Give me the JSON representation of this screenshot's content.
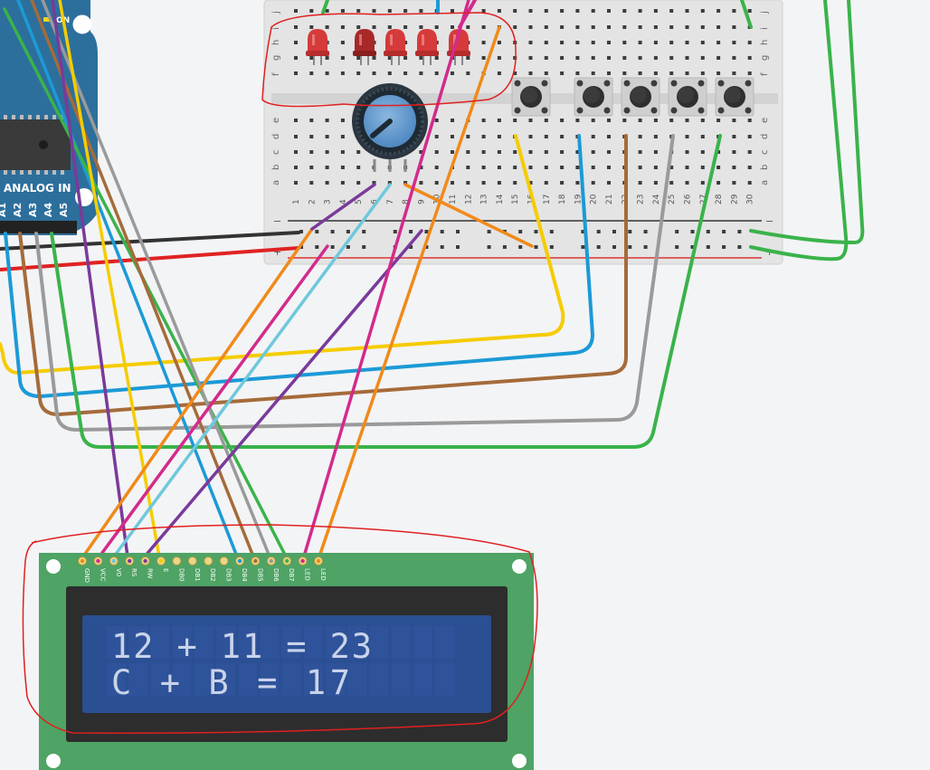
{
  "arduino": {
    "on_label": "ON",
    "analog_label": "ANALOG IN",
    "analog_pins": [
      "A1",
      "A2",
      "A3",
      "A4",
      "A5"
    ]
  },
  "breadboard": {
    "row_letters_top": [
      "j",
      "i",
      "h",
      "g",
      "f"
    ],
    "row_letters_bottom": [
      "e",
      "d",
      "c",
      "b",
      "a"
    ],
    "column_numbers": [
      "1",
      "2",
      "3",
      "4",
      "5",
      "6",
      "7",
      "8",
      "9",
      "10",
      "11",
      "12",
      "13",
      "14",
      "15",
      "16",
      "17",
      "18",
      "19",
      "20",
      "21",
      "22",
      "23",
      "24",
      "25",
      "26",
      "27",
      "28",
      "29",
      "30"
    ],
    "rail_minus": "−",
    "rail_plus": "+"
  },
  "lcd": {
    "pins": [
      "GND",
      "VCC",
      "V0",
      "RS",
      "RW",
      "E",
      "DB0",
      "DB1",
      "DB2",
      "DB3",
      "DB4",
      "DB5",
      "DB6",
      "DB7",
      "LED",
      "LED"
    ],
    "line1": "12 + 11 = 23",
    "line2": "C + B = 17"
  },
  "colors": {
    "canvas": "#f3f4f6",
    "breadboard": "#e4e4e4",
    "arduino": "#2d6f9c",
    "lcd_board": "#4ea365",
    "lcd_screen": "#2a4f93",
    "lcd_text": "#c9d3ea",
    "annotation": "#e02020",
    "led": "#d63a3a"
  },
  "icons": [
    "led-icon",
    "potentiometer-icon",
    "pushbutton-icon"
  ]
}
